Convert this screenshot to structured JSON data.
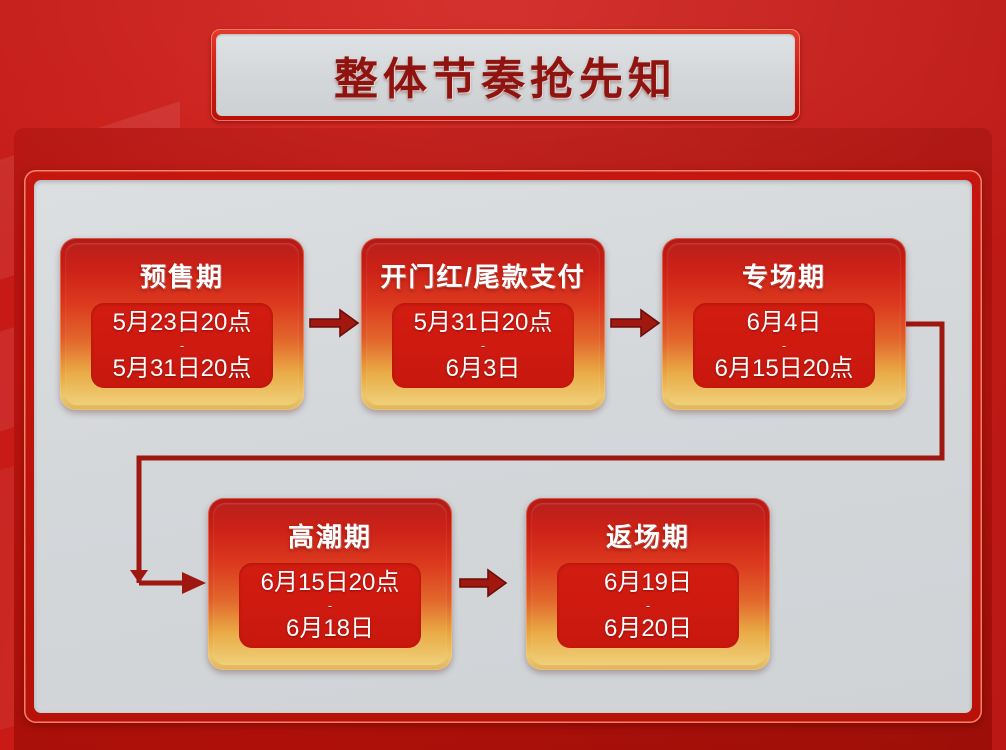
{
  "header": {
    "title": "整体节奏抢先知"
  },
  "theme": {
    "background_red": "#d01b17",
    "panel_red": "#c5160f",
    "panel_face_gray": "#d6d9dc",
    "card_top_red": "#bf2018",
    "card_bottom_gold": "#efd07a",
    "card_inner_red": "#cf1a10",
    "title_text_red": "#8f140f",
    "arrow_red": "#9e1710"
  },
  "flow": {
    "cards": [
      {
        "id": "presale",
        "title": "预售期",
        "start": "5月23日20点",
        "dash": "-",
        "end": "5月31日20点"
      },
      {
        "id": "opening-payment",
        "title": "开门红/尾款支付",
        "start": "5月31日20点",
        "dash": "-",
        "end": "6月3日"
      },
      {
        "id": "special-session",
        "title": "专场期",
        "start": "6月4日",
        "dash": "-",
        "end": "6月15日20点"
      },
      {
        "id": "climax",
        "title": "高潮期",
        "start": "6月15日20点",
        "dash": "-",
        "end": "6月18日"
      },
      {
        "id": "encore",
        "title": "返场期",
        "start": "6月19日",
        "dash": "-",
        "end": "6月20日"
      }
    ],
    "arrows": [
      {
        "name": "arrow-presale-to-opening",
        "icon": "arrow-right-icon"
      },
      {
        "name": "arrow-opening-to-special",
        "icon": "arrow-right-icon"
      },
      {
        "name": "arrow-special-to-climax",
        "icon": "elbow-connector-icon"
      },
      {
        "name": "arrow-climax-to-encore",
        "icon": "arrow-right-icon"
      }
    ]
  }
}
